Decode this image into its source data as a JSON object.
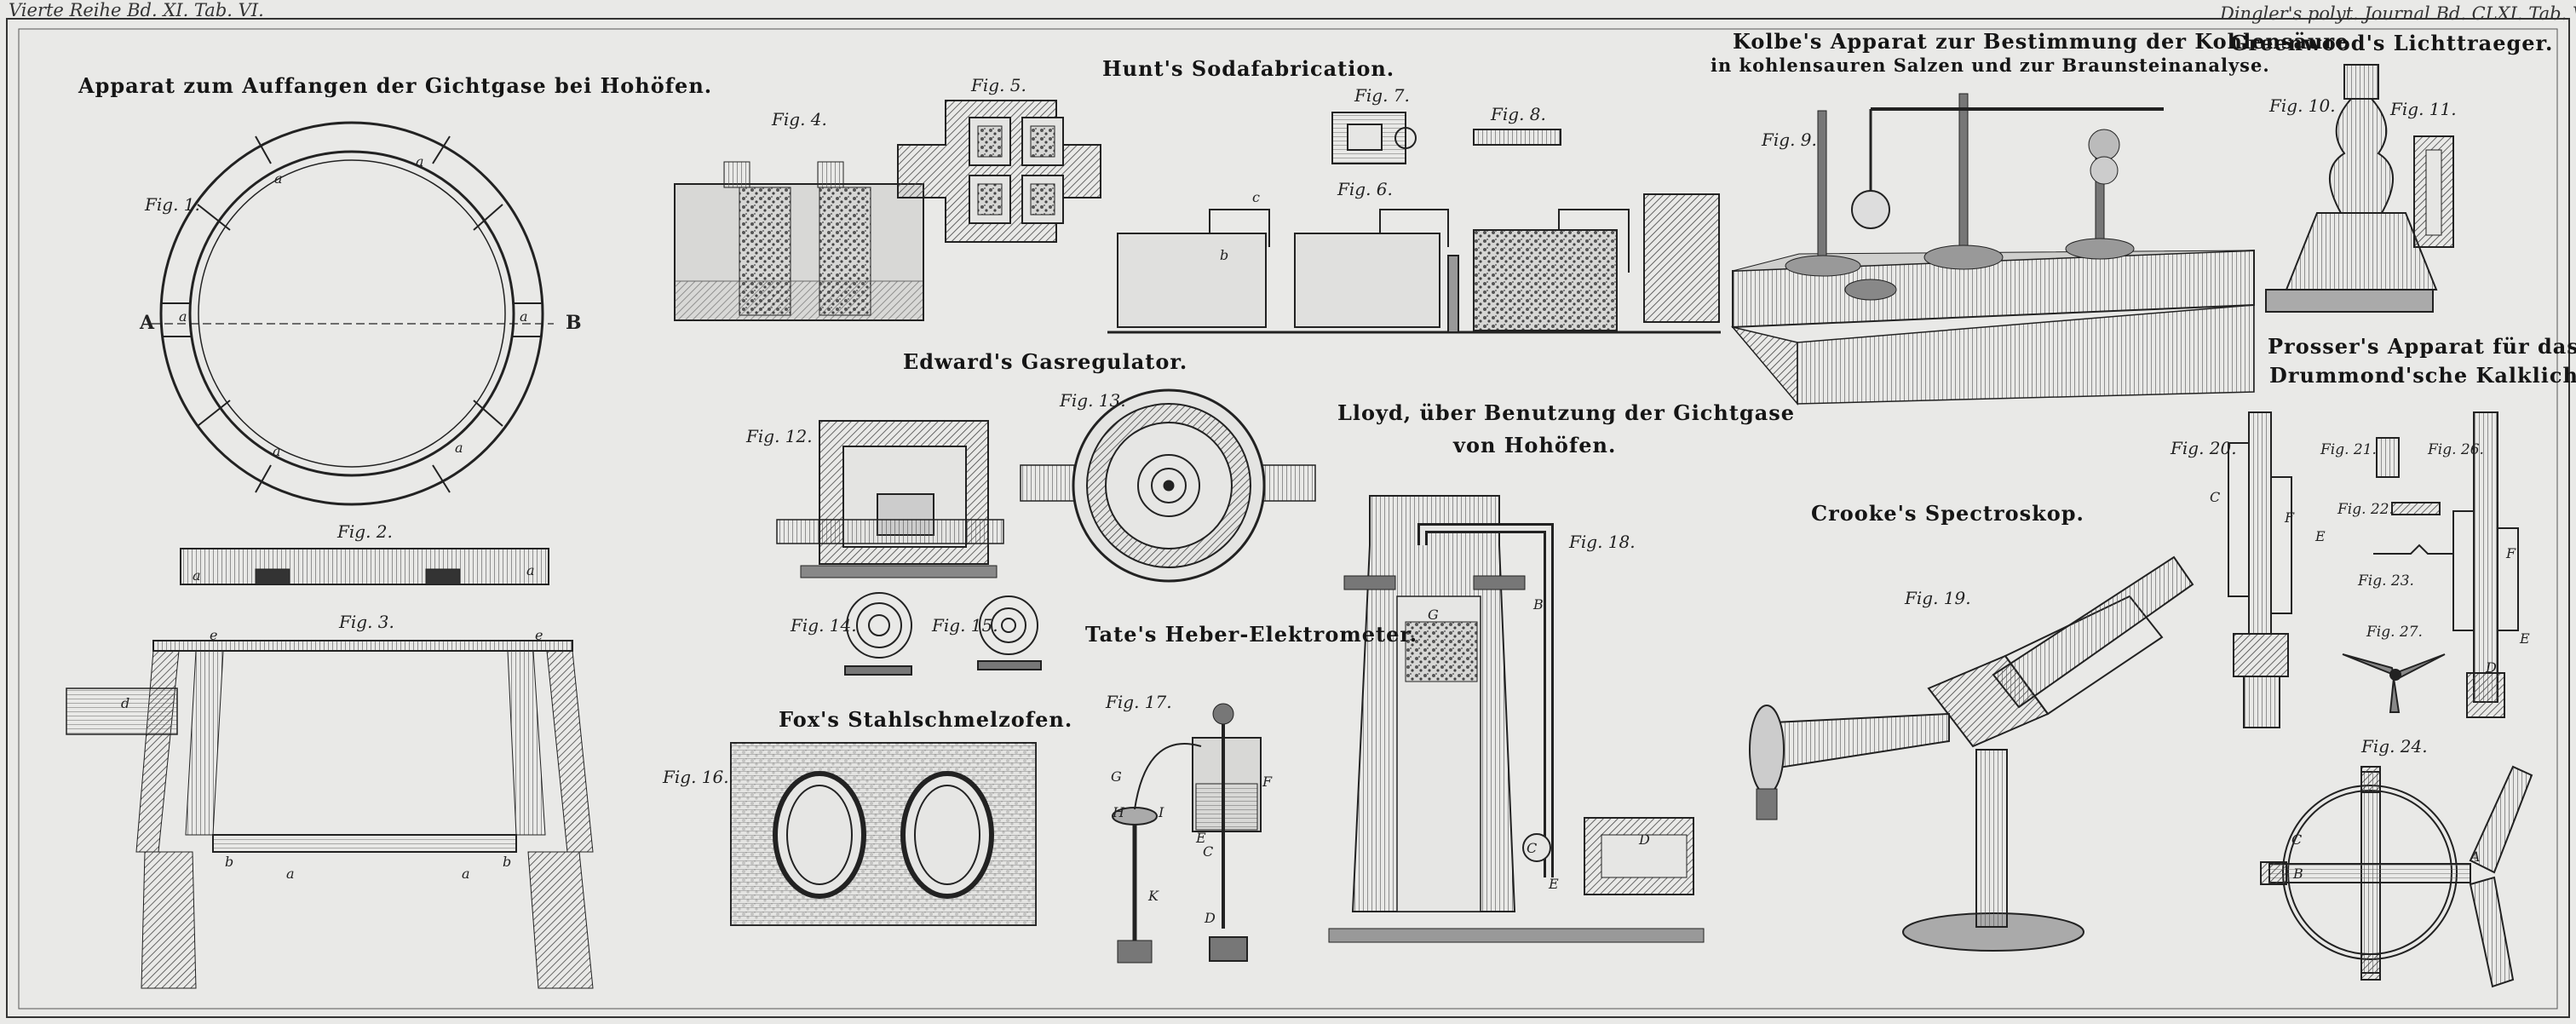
{
  "header": {
    "left": "Vierte Reihe Bd. XI. Tab. VI.",
    "right": "Dingler's polyt. Journal Bd. CLXI. Tab. VI."
  },
  "titles": {
    "gichtgase": "Apparat zum Auffangen der Gichtgase bei Hohöfen.",
    "hunt": "Hunt's Sodafabrication.",
    "kolbe_1": "Kolbe's Apparat zur Bestimmung der Kohlensäure",
    "kolbe_2": "in kohlensauren Salzen und zur Braunsteinanalyse.",
    "greenwood": "Greenwood's Lichttraeger.",
    "edward": "Edward's Gasregulator.",
    "lloyd_1": "Lloyd, über Benutzung der Gichtgase",
    "lloyd_2": "von Hohöfen.",
    "prosser_1": "Prosser's Apparat für das",
    "prosser_2": "Drummond'sche Kalklicht.",
    "crooke": "Crooke's Spectroskop.",
    "tate": "Tate's Heber-Elektrometer.",
    "fox": "Fox's Stahlschmelzofen."
  },
  "figures": {
    "f1": "Fig. 1.",
    "f2": "Fig. 2.",
    "f3": "Fig. 3.",
    "f4": "Fig. 4.",
    "f5": "Fig. 5.",
    "f6": "Fig. 6.",
    "f7": "Fig. 7.",
    "f8": "Fig. 8.",
    "f9": "Fig. 9.",
    "f10": "Fig. 10.",
    "f11": "Fig. 11.",
    "f12": "Fig. 12.",
    "f13": "Fig. 13.",
    "f14": "Fig. 14.",
    "f15": "Fig. 15.",
    "f16": "Fig. 16.",
    "f17": "Fig. 17.",
    "f18": "Fig. 18.",
    "f19": "Fig. 19.",
    "f20": "Fig. 20.",
    "f21": "Fig. 21.",
    "f22": "Fig. 22.",
    "f23": "Fig. 23.",
    "f24": "Fig. 24.",
    "f26": "Fig. 26.",
    "f27": "Fig. 27."
  },
  "letters": {
    "A": "A",
    "B": "B",
    "a": "a",
    "b": "b",
    "c": "c",
    "d": "d",
    "e": "e",
    "C": "C",
    "D": "D",
    "E": "E",
    "F": "F",
    "G": "G",
    "H": "H",
    "I": "I",
    "K": "K"
  }
}
